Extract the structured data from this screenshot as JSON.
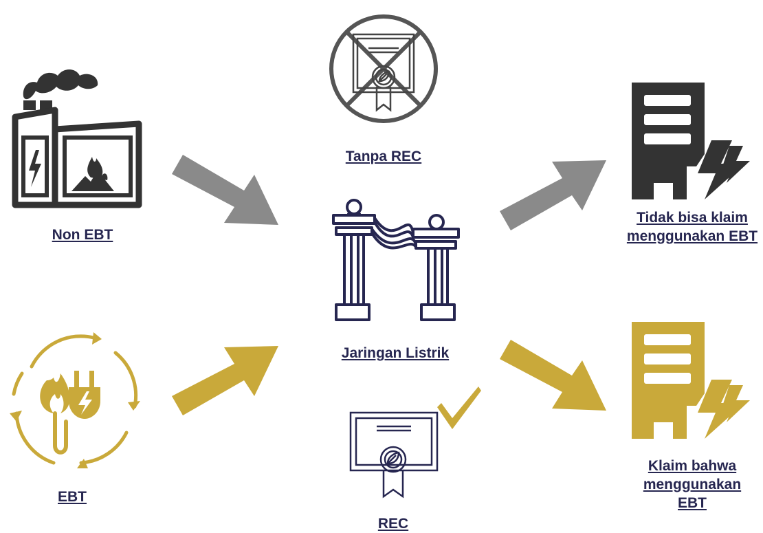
{
  "colors": {
    "dark": "#333333",
    "navy": "#262650",
    "gold": "#C9A93A",
    "grey_arrow": "#8A8A8A",
    "crossed_grey": "#555555"
  },
  "nodes": {
    "non_ebt": {
      "label": "Non EBT",
      "icon": "factory-icon"
    },
    "ebt": {
      "label": "EBT",
      "icon": "renewable-energy-icon"
    },
    "grid": {
      "label": "Jaringan Listrik",
      "icon": "power-line-icon"
    },
    "no_rec": {
      "label": "Tanpa REC",
      "icon": "crossed-certificate-icon"
    },
    "rec": {
      "label": "REC",
      "icon": "certificate-check-icon"
    },
    "no_claim": {
      "label": "Tidak bisa klaim menggunakan EBT",
      "icon": "building-bolt-icon"
    },
    "claim": {
      "label": "Klaim bahwa menggunakan EBT",
      "icon": "building-bolt-icon"
    }
  },
  "edges": [
    {
      "from": "Non EBT",
      "to": "Jaringan Listrik",
      "color": "grey"
    },
    {
      "from": "EBT",
      "to": "Jaringan Listrik",
      "color": "gold"
    },
    {
      "from": "Jaringan Listrik",
      "to": "Tidak bisa klaim menggunakan EBT",
      "color": "grey"
    },
    {
      "from": "Jaringan Listrik",
      "to": "Klaim bahwa menggunakan EBT",
      "color": "gold"
    }
  ]
}
